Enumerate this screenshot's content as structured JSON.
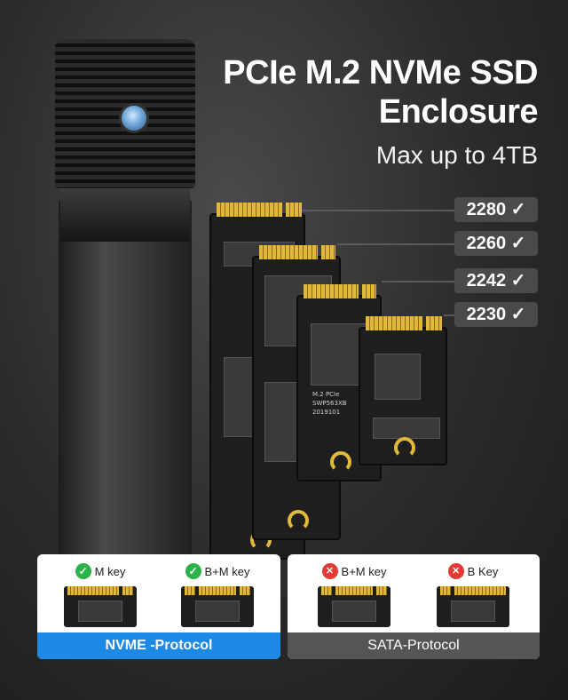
{
  "header": {
    "title_line1": "PCIe M.2 NVMe SSD",
    "title_line2": "Enclosure",
    "subtitle": "Max up to 4TB"
  },
  "sizes": [
    {
      "label": "2280 ✓"
    },
    {
      "label": "2260 ✓"
    },
    {
      "label": "2242 ✓"
    },
    {
      "label": "2230 ✓"
    }
  ],
  "card_text": {
    "small_label_1": "M.2 PCIe",
    "small_label_2": "SWP563XB",
    "small_label_3": "2019101"
  },
  "compatibility": {
    "nvme": {
      "keys": [
        {
          "label": "M key",
          "status": "supported",
          "icon": "check-icon"
        },
        {
          "label": "B+M key",
          "status": "supported",
          "icon": "check-icon"
        }
      ],
      "protocol": "NVME -Protocol",
      "color": "#1e88e5"
    },
    "sata": {
      "keys": [
        {
          "label": "B+M key",
          "status": "unsupported",
          "icon": "cross-icon"
        },
        {
          "label": "B Key",
          "status": "unsupported",
          "icon": "cross-icon"
        }
      ],
      "protocol": "SATA-Protocol",
      "color": "#555555"
    }
  },
  "colors": {
    "supported": "#2bb34a",
    "unsupported": "#e53935",
    "gold_contacts": "#e2b83a"
  }
}
